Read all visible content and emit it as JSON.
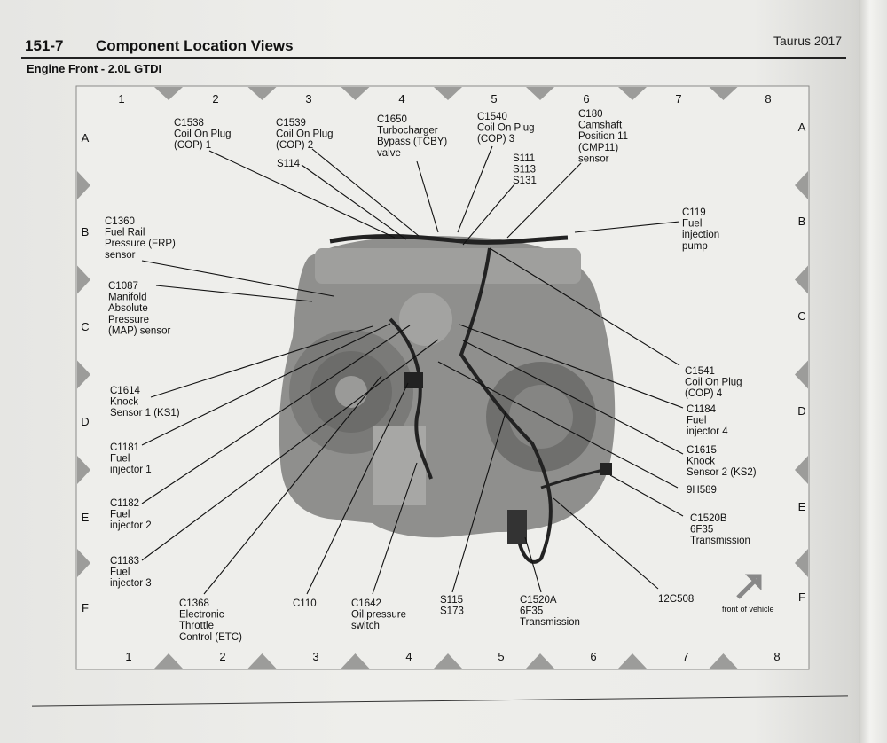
{
  "header": {
    "section_number": "151-7",
    "section_title": "Component Location Views",
    "book_title": "Taurus 2017"
  },
  "view_title": "Engine Front - 2.0L GTDI",
  "grid": {
    "columns": [
      "1",
      "2",
      "3",
      "4",
      "5",
      "6",
      "7",
      "8"
    ],
    "rows": [
      "A",
      "B",
      "C",
      "D",
      "E",
      "F"
    ]
  },
  "callouts": {
    "c1538": [
      "C1538",
      "Coil On Plug",
      "(COP) 1"
    ],
    "c1539": [
      "C1539",
      "Coil On Plug",
      "(COP) 2"
    ],
    "s114": [
      "S114"
    ],
    "c1650": [
      "C1650",
      "Turbocharger",
      "Bypass (TCBY)",
      "valve"
    ],
    "c1540": [
      "C1540",
      "Coil On Plug",
      "(COP) 3"
    ],
    "s111": [
      "S111",
      "S113",
      "S131"
    ],
    "c180": [
      "C180",
      "Camshaft",
      "Position 11",
      "(CMP11)",
      "sensor"
    ],
    "c1360": [
      "C1360",
      "Fuel Rail",
      "Pressure (FRP)",
      "sensor"
    ],
    "c119": [
      "C119",
      "Fuel",
      "injection",
      "pump"
    ],
    "c1087": [
      "C1087",
      "Manifold",
      "Absolute",
      "Pressure",
      "(MAP) sensor"
    ],
    "c1614": [
      "C1614",
      "Knock",
      "Sensor 1 (KS1)"
    ],
    "c1541": [
      "C1541",
      "Coil On Plug",
      "(COP) 4"
    ],
    "c1181": [
      "C1181",
      "Fuel",
      "injector 1"
    ],
    "c1184": [
      "C1184",
      "Fuel",
      "injector 4"
    ],
    "c1615": [
      "C1615",
      "Knock",
      "Sensor 2 (KS2)"
    ],
    "h589": [
      "9H589"
    ],
    "c1182": [
      "C1182",
      "Fuel",
      "injector 2"
    ],
    "c1520b": [
      "C1520B",
      "6F35",
      "Transmission"
    ],
    "c1183": [
      "C1183",
      "Fuel",
      "injector 3"
    ],
    "c1368": [
      "C1368",
      "Electronic",
      "Throttle",
      "Control (ETC)"
    ],
    "c110": [
      "C110"
    ],
    "c1642": [
      "C1642",
      "Oil pressure",
      "switch"
    ],
    "s115": [
      "S115",
      "S173"
    ],
    "c1520a": [
      "C1520A",
      "6F35",
      "Transmission"
    ],
    "c12c508": [
      "12C508"
    ]
  },
  "front_of_vehicle": "front of vehicle",
  "colors": {
    "ink": "#111111",
    "engine_body": "#8d8d8b",
    "marker": "#9c9c9a"
  }
}
